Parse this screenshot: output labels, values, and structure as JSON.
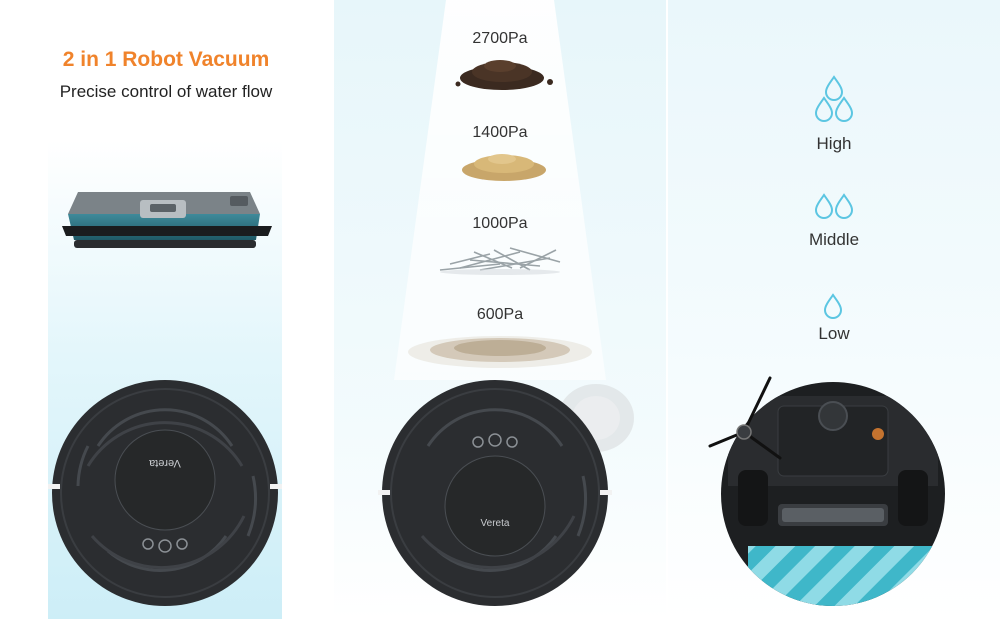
{
  "left_panel": {
    "headline": "2 in 1 Robot Vacuum",
    "subline": "Precise control of water flow",
    "robot_brand": "Vereta"
  },
  "middle_panel": {
    "suction_levels": [
      {
        "label": "2700Pa",
        "debris": "coffee-beans"
      },
      {
        "label": "1400Pa",
        "debris": "soy-beans"
      },
      {
        "label": "1000Pa",
        "debris": "paper-shreds"
      },
      {
        "label": "600Pa",
        "debris": "dust"
      }
    ],
    "robot_brand": "Vereta"
  },
  "right_panel": {
    "water_levels": [
      {
        "label": "High",
        "drops": 3
      },
      {
        "label": "Middle",
        "drops": 2
      },
      {
        "label": "Low",
        "drops": 1
      }
    ]
  },
  "colors": {
    "accent": "#f0832b",
    "drop": "#5cc6e2",
    "robot_body": "#2b2d30",
    "beam": "#cdeef7"
  }
}
